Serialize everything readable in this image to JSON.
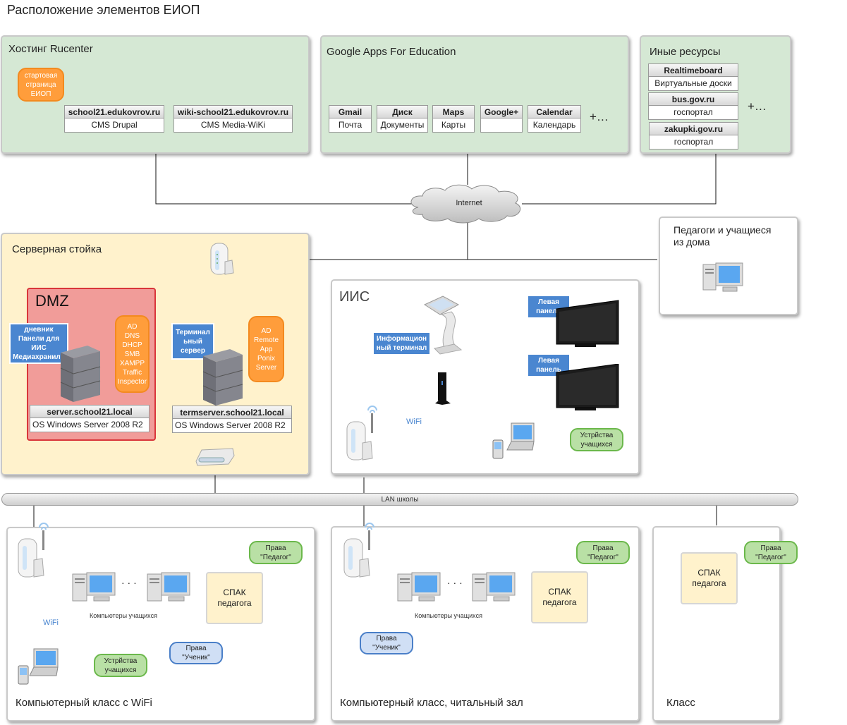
{
  "title": "Расположение элементов ЕИОП",
  "hosting": {
    "title": "Хостинг Rucenter",
    "callout": "стартовая\nстраница\nЕИОП",
    "sites": [
      {
        "header": "school21.edukovrov.ru",
        "value": "CMS Drupal"
      },
      {
        "header": "wiki-school21.edukovrov.ru",
        "value": "CMS Media-WiKi"
      }
    ]
  },
  "google": {
    "title": "Google Apps For Education",
    "apps": [
      {
        "header": "Gmail",
        "value": "Почта"
      },
      {
        "header": "Диск",
        "value": "Документы"
      },
      {
        "header": "Maps",
        "value": "Карты"
      },
      {
        "header": "Google+",
        "value": ""
      },
      {
        "header": "Calendar",
        "value": "Календарь"
      }
    ],
    "more": "+…"
  },
  "other": {
    "title": "Иные ресурсы",
    "items": [
      {
        "header": "Realtimeboard",
        "value": "Виртуальные доски"
      },
      {
        "header": "bus.gov.ru",
        "value": "госпортал"
      },
      {
        "header": "zakupki.gov.ru",
        "value": "госпортал"
      }
    ],
    "more": "+…"
  },
  "internet": "Internet",
  "home": {
    "title": "Педагоги и учащиеся\nиз дома"
  },
  "rack": {
    "title": "Серверная стойка",
    "dmz": {
      "title": "DMZ",
      "tag": "дневник\nПанели для\nИИС\nМедиахранили",
      "services": "AD\nDNS\nDHCP\nSMB\nXAMPP\nTraffic\nInspector",
      "server": {
        "header": "server.school21.local",
        "value": "OS Windows Server 2008 R2"
      }
    },
    "term": {
      "tag": "Терминал\nьный\nсервер",
      "services": "AD\nRemote\nApp\nPonix\nServer",
      "server": {
        "header": "termserver.school21.local",
        "value": "OS Windows Server 2008 R2"
      }
    }
  },
  "iis": {
    "title": "ИИС",
    "terminal_tag": "Информацион\nный терминал",
    "panel1_tag": "Левая\nпанель",
    "panel2_tag": "Левая\nпанель",
    "wifi": "WiFi",
    "devices": "Устрйства\nучащихся"
  },
  "lan": "LAN школы",
  "class_wifi": {
    "title": "Компьютерный класс с WiFi",
    "computers": "Компьютеры учащихся",
    "dots": "· · ·",
    "spak": "СПАК\nпедагога",
    "teacher_rights": "Права\n\"Педагог\"",
    "student_rights": "Права\n\"Ученик\"",
    "wifi": "WiFi",
    "devices": "Устрйства\nучащихся"
  },
  "class_reading": {
    "title": "Компьютерный класс, читальный зал",
    "computers": "Компьютеры учащихся",
    "dots": "· · ·",
    "spak": "СПАК\nпедагога",
    "teacher_rights": "Права\n\"Педагог\"",
    "student_rights": "Права\n\"Ученик\""
  },
  "class_plain": {
    "title": "Класс",
    "spak": "СПАК\nпедагога",
    "teacher_rights": "Права\n\"Педагог\""
  }
}
